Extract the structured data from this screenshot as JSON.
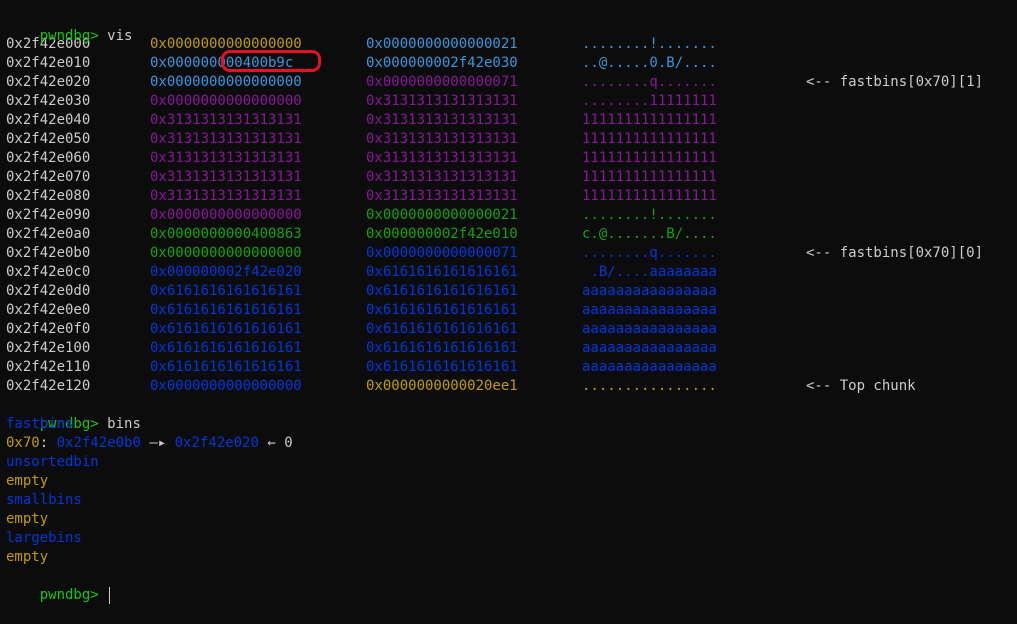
{
  "prompt": "pwndbg>",
  "cmd_vis": "vis",
  "cmd_bins": "bins",
  "vis_rows": [
    {
      "addr": "0x2f42e000",
      "q1": "0x0000000000000000",
      "q1c": "c-yellow",
      "q2": "0x0000000000000021",
      "q2c": "c-cyan",
      "ascii": "........!.......",
      "ac": "c-cyan",
      "note": ""
    },
    {
      "addr": "0x2f42e010",
      "q1a": "0x0000000",
      "q1b": "00400b9c",
      "q1c": "c-cyan",
      "q2": "0x000000002f42e030",
      "q2c": "c-cyan",
      "ascii": "..@.....0.B/....",
      "ac": "c-cyan",
      "note": "",
      "highlight": true
    },
    {
      "addr": "0x2f42e020",
      "q1": "0x0000000000000000",
      "q1c": "c-cyan",
      "q2": "0x0000000000000071",
      "q2c": "c-purple",
      "ascii": "........q.......",
      "ac": "c-purple",
      "note": "<-- fastbins[0x70][1]"
    },
    {
      "addr": "0x2f42e030",
      "q1": "0x0000000000000000",
      "q1c": "c-purple",
      "q2": "0x3131313131313131",
      "q2c": "c-purple",
      "ascii": "........11111111",
      "ac": "c-purple",
      "note": ""
    },
    {
      "addr": "0x2f42e040",
      "q1": "0x3131313131313131",
      "q1c": "c-purple",
      "q2": "0x3131313131313131",
      "q2c": "c-purple",
      "ascii": "1111111111111111",
      "ac": "c-purple",
      "note": ""
    },
    {
      "addr": "0x2f42e050",
      "q1": "0x3131313131313131",
      "q1c": "c-purple",
      "q2": "0x3131313131313131",
      "q2c": "c-purple",
      "ascii": "1111111111111111",
      "ac": "c-purple",
      "note": ""
    },
    {
      "addr": "0x2f42e060",
      "q1": "0x3131313131313131",
      "q1c": "c-purple",
      "q2": "0x3131313131313131",
      "q2c": "c-purple",
      "ascii": "1111111111111111",
      "ac": "c-purple",
      "note": ""
    },
    {
      "addr": "0x2f42e070",
      "q1": "0x3131313131313131",
      "q1c": "c-purple",
      "q2": "0x3131313131313131",
      "q2c": "c-purple",
      "ascii": "1111111111111111",
      "ac": "c-purple",
      "note": ""
    },
    {
      "addr": "0x2f42e080",
      "q1": "0x3131313131313131",
      "q1c": "c-purple",
      "q2": "0x3131313131313131",
      "q2c": "c-purple",
      "ascii": "1111111111111111",
      "ac": "c-purple",
      "note": ""
    },
    {
      "addr": "0x2f42e090",
      "q1": "0x0000000000000000",
      "q1c": "c-purple",
      "q2": "0x0000000000000021",
      "q2c": "c-green",
      "ascii": "........!.......",
      "ac": "c-green",
      "note": ""
    },
    {
      "addr": "0x2f42e0a0",
      "q1": "0x0000000000400863",
      "q1c": "c-green",
      "q2": "0x000000002f42e010",
      "q2c": "c-green",
      "ascii": "c.@.......B/....",
      "ac": "c-green",
      "note": ""
    },
    {
      "addr": "0x2f42e0b0",
      "q1": "0x0000000000000000",
      "q1c": "c-green",
      "q2": "0x0000000000000071",
      "q2c": "c-blue",
      "ascii": "........q.......",
      "ac": "c-blue",
      "note": "<-- fastbins[0x70][0]"
    },
    {
      "addr": "0x2f42e0c0",
      "q1": "0x000000002f42e020",
      "q1c": "c-blue",
      "q2": "0x6161616161616161",
      "q2c": "c-blue",
      "ascii": " .B/....aaaaaaaa",
      "ac": "c-blue",
      "note": ""
    },
    {
      "addr": "0x2f42e0d0",
      "q1": "0x6161616161616161",
      "q1c": "c-blue",
      "q2": "0x6161616161616161",
      "q2c": "c-blue",
      "ascii": "aaaaaaaaaaaaaaaa",
      "ac": "c-blue",
      "note": ""
    },
    {
      "addr": "0x2f42e0e0",
      "q1": "0x6161616161616161",
      "q1c": "c-blue",
      "q2": "0x6161616161616161",
      "q2c": "c-blue",
      "ascii": "aaaaaaaaaaaaaaaa",
      "ac": "c-blue",
      "note": ""
    },
    {
      "addr": "0x2f42e0f0",
      "q1": "0x6161616161616161",
      "q1c": "c-blue",
      "q2": "0x6161616161616161",
      "q2c": "c-blue",
      "ascii": "aaaaaaaaaaaaaaaa",
      "ac": "c-blue",
      "note": ""
    },
    {
      "addr": "0x2f42e100",
      "q1": "0x6161616161616161",
      "q1c": "c-blue",
      "q2": "0x6161616161616161",
      "q2c": "c-blue",
      "ascii": "aaaaaaaaaaaaaaaa",
      "ac": "c-blue",
      "note": ""
    },
    {
      "addr": "0x2f42e110",
      "q1": "0x6161616161616161",
      "q1c": "c-blue",
      "q2": "0x6161616161616161",
      "q2c": "c-blue",
      "ascii": "aaaaaaaaaaaaaaaa",
      "ac": "c-blue",
      "note": ""
    },
    {
      "addr": "0x2f42e120",
      "q1": "0x0000000000000000",
      "q1c": "c-blue",
      "q2": "0x0000000000020ee1",
      "q2c": "c-yellow",
      "ascii": "................",
      "ac": "c-yellow",
      "note": "<-- Top chunk"
    }
  ],
  "bins": {
    "fastbins_label": "fastbins",
    "fastbin_size": "0x70",
    "fastbin_colon": ":",
    "fastbin_a": "0x2f42e0b0",
    "fastbin_arrow": " —▸ ",
    "fastbin_b": "0x2f42e020",
    "fastbin_end": " ← 0",
    "unsorted_label": "unsortedbin",
    "unsorted_val": "empty",
    "small_label": "smallbins",
    "small_val": "empty",
    "large_label": "largebins",
    "large_val": "empty"
  },
  "colors": {
    "prompt": "#16c60c",
    "yellow": "#c19c00",
    "cyan": "#3a96dd",
    "purple": "#881798",
    "green": "#13a10e",
    "blue": "#0037da",
    "highlight_circle": "#e81123"
  }
}
